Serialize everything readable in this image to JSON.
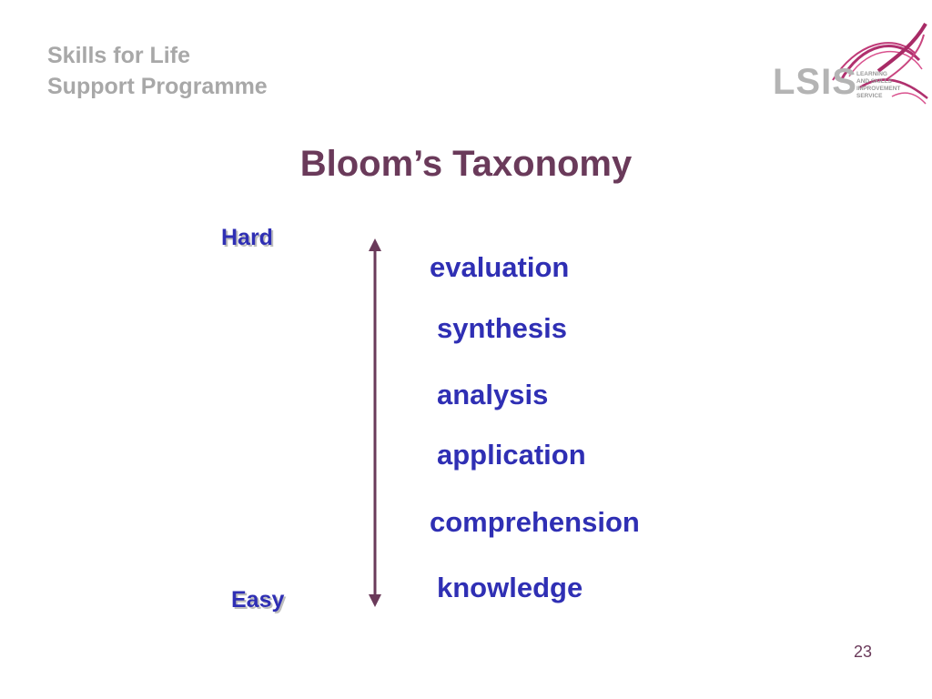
{
  "branding": {
    "line1": "Skills for Life",
    "line2": "Support Programme"
  },
  "logo": {
    "mark": "LSIS",
    "subtitle": [
      "LEARNING",
      "AND SKILLS",
      "IMPROVEMENT",
      "SERVICE"
    ],
    "swirl_color": "#b0306e"
  },
  "slide": {
    "title": "Bloom’s Taxonomy",
    "hard_label": "Hard",
    "easy_label": "Easy",
    "levels": [
      "evaluation",
      "synthesis",
      "analysis",
      "application",
      "comprehension",
      "knowledge"
    ],
    "page_number": "23"
  },
  "colors": {
    "title": "#6a3a5a",
    "levels": "#2f2fb4",
    "brand_grey": "#a8a8a8",
    "arrow": "#6a3a5a"
  }
}
